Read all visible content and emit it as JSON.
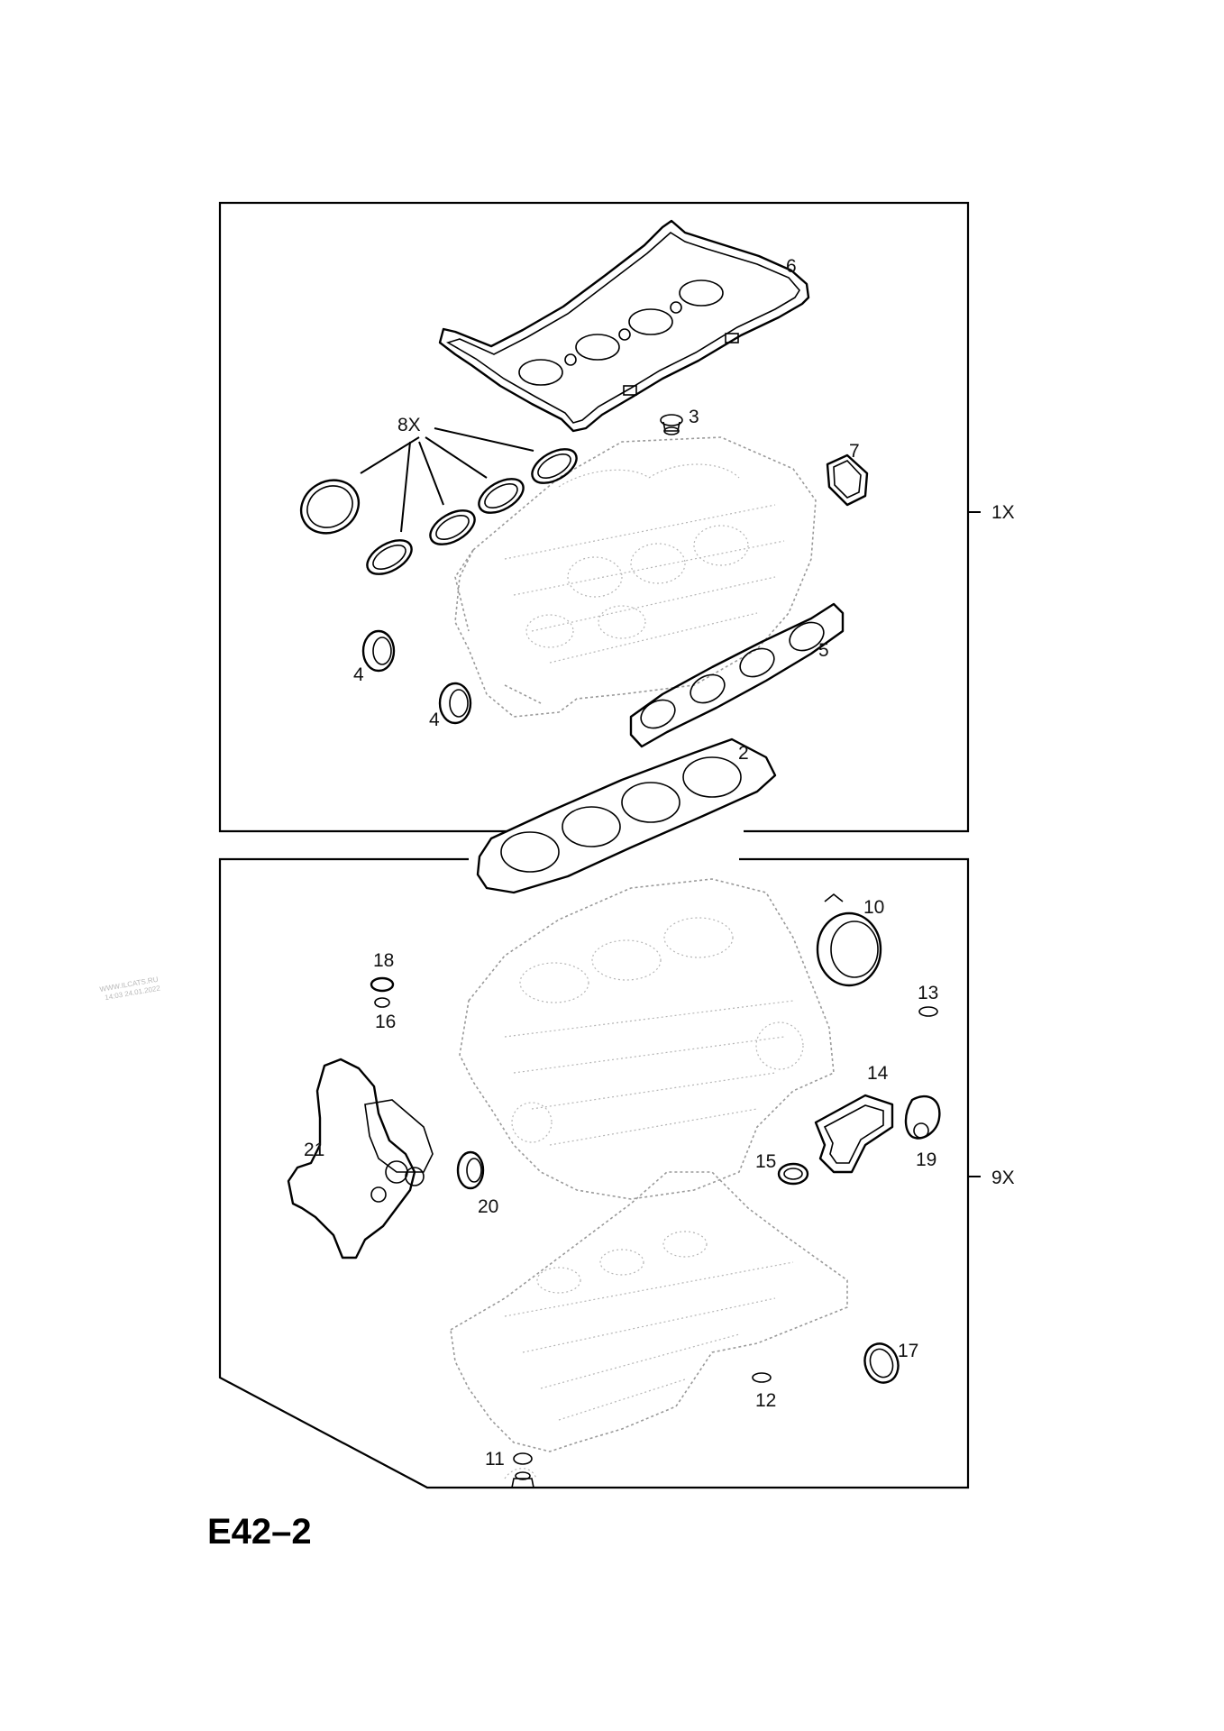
{
  "diagram": {
    "page_code": "E42–2",
    "watermark": [
      "WWW.ILCATS.RU",
      "14:03 24.01.2022"
    ],
    "group_quantities": {
      "upper": "1X",
      "lower": "9X"
    },
    "callouts": {
      "c2": "2",
      "c3": "3",
      "c4a": "4",
      "c4b": "4",
      "c5": "5",
      "c6": "6",
      "c7": "7",
      "c8": "8X",
      "c10": "10",
      "c11": "11",
      "c12": "12",
      "c13": "13",
      "c14": "14",
      "c15": "15",
      "c16": "16",
      "c17": "17",
      "c18": "18",
      "c19": "19",
      "c20": "20",
      "c21": "21"
    }
  }
}
